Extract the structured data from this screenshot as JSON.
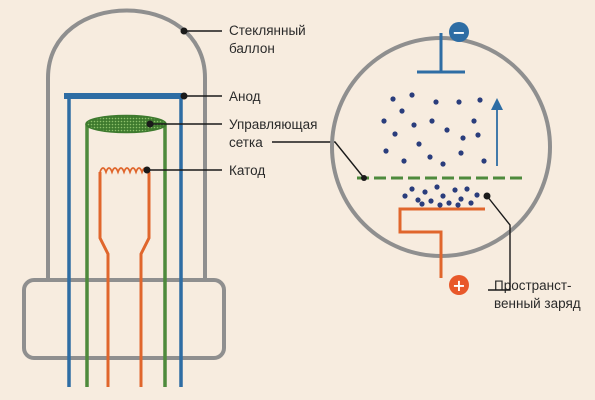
{
  "labels": {
    "bulb_line1": "Стеклянный",
    "bulb_line2": "баллон",
    "anode": "Анод",
    "grid_line1": "Управляющая",
    "grid_line2": "сетка",
    "cathode": "Катод",
    "space_charge_line1": "Пространст-",
    "space_charge_line2": "венный заряд"
  },
  "signs": {
    "negative": "−",
    "positive": "+"
  },
  "colors": {
    "background": "#f7ecdf",
    "glass": "#8f8f8f",
    "anode": "#2e6da4",
    "grid": "#4e8a3c",
    "cathode": "#e0662c",
    "electrons": "#2a3d7c",
    "leader": "#1a1a1a",
    "sign_negative": "#2e6da4",
    "sign_positive": "#e8582a"
  },
  "icons": {
    "negative": "minus-circle-icon",
    "positive": "plus-circle-icon",
    "flow": "arrow-up-icon"
  }
}
